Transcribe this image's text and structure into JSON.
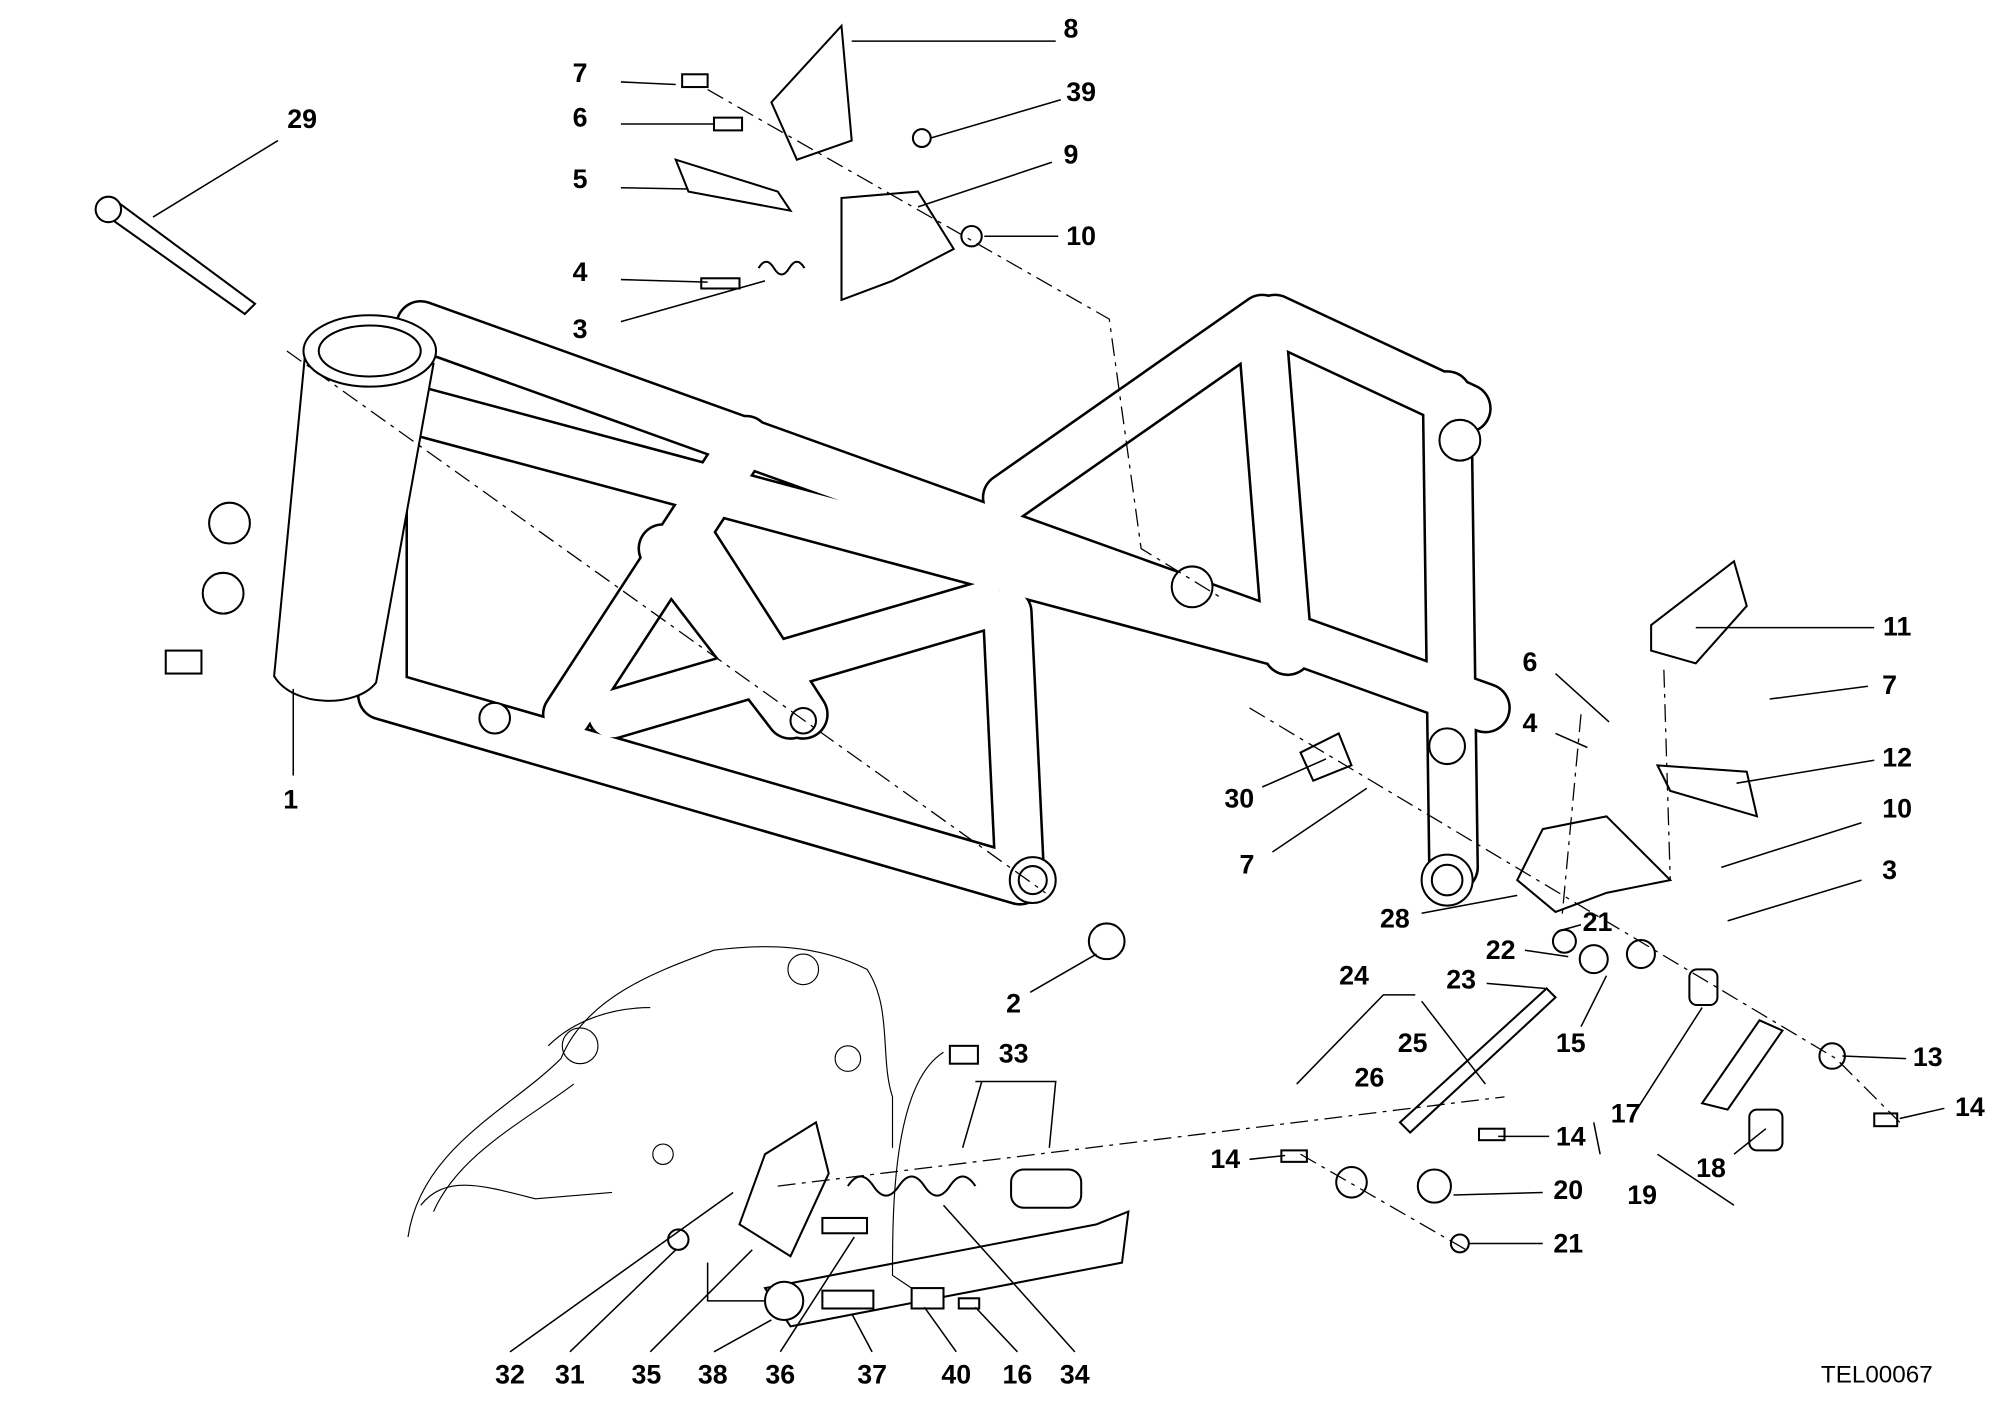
{
  "figure_code": "TEL00067",
  "callouts": {
    "c8": "8",
    "c7a": "7",
    "c39": "39",
    "c6a": "6",
    "c9": "9",
    "c5": "5",
    "c10a": "10",
    "c4a": "4",
    "c3a": "3",
    "c29": "29",
    "c1": "1",
    "c2": "2",
    "c11": "11",
    "c6b": "6",
    "c7b": "7",
    "c4b": "4",
    "c12": "12",
    "c30": "30",
    "c10b": "10",
    "c7c": "7",
    "c3b": "3",
    "c28": "28",
    "c21a": "21",
    "c22": "22",
    "c24": "24",
    "c23": "23",
    "c15": "15",
    "c13": "13",
    "c33": "33",
    "c25": "25",
    "c26": "26",
    "c17": "17",
    "c14a": "14",
    "c14b": "14",
    "c14c": "14",
    "c20": "20",
    "c18": "18",
    "c19": "19",
    "c21b": "21",
    "c32": "32",
    "c31": "31",
    "c35": "35",
    "c38": "38",
    "c36": "36",
    "c37": "37",
    "c40": "40",
    "c16": "16",
    "c34": "34"
  }
}
